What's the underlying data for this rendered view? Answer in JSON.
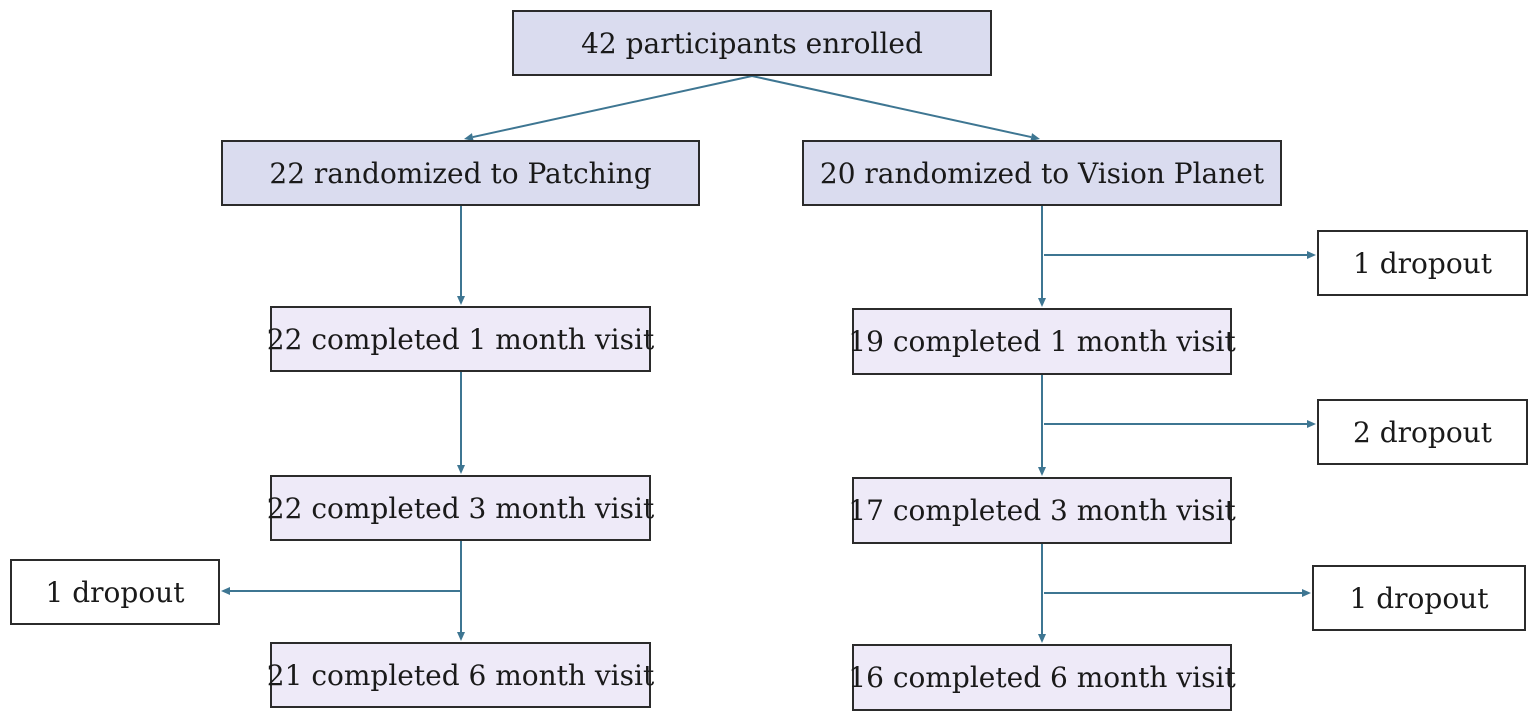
{
  "enrolled": "42 participants  enrolled",
  "arms": {
    "patching": {
      "randomized": "22 randomized to Patching",
      "month1": "22 completed 1 month visit",
      "month3": "22 completed 3 month visit",
      "month6": "21 completed 6 month visit",
      "dropout_3_to_6": "1 dropout"
    },
    "vision_planet": {
      "randomized": "20 randomized to Vision Planet",
      "month1": "19 completed 1 month visit",
      "month3": "17 completed 3 month visit",
      "month6": "16 completed 6 month visit",
      "dropout_0_to_1": "1 dropout",
      "dropout_1_to_3": "2 dropout",
      "dropout_3_to_6": "1 dropout"
    }
  },
  "colors": {
    "top_fill": "#dadcef",
    "stage_fill": "#eeeaf8",
    "dropout_fill": "#ffffff",
    "arrow": "#3e7692",
    "border": "#2b2b2b"
  }
}
